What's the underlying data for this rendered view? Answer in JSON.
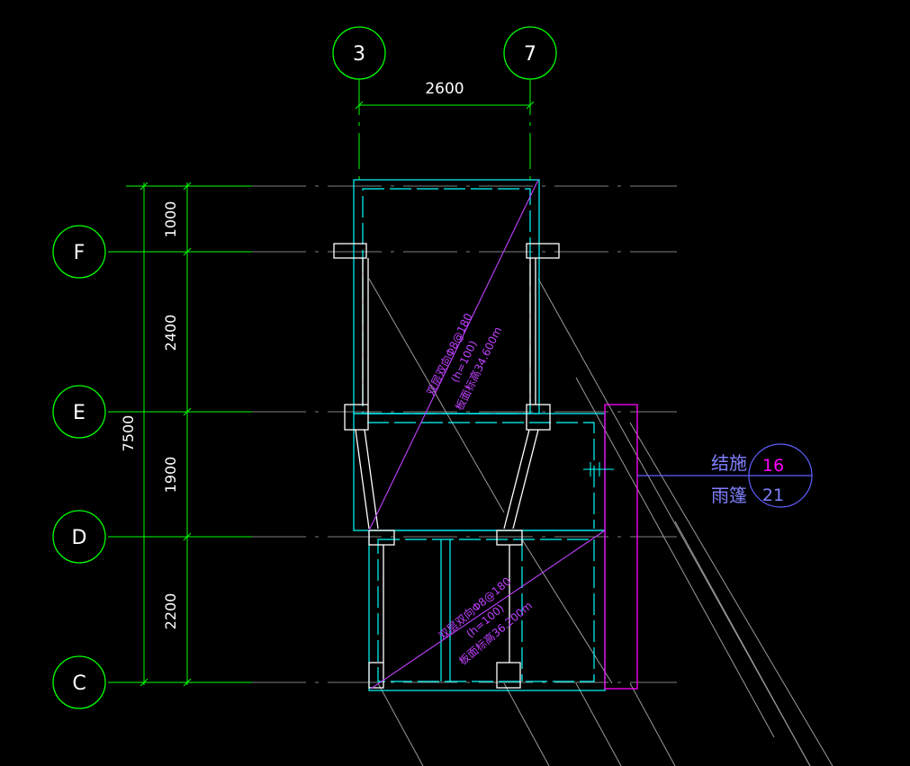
{
  "colors": {
    "background": "#000000",
    "axis_bubble": "#00ff00",
    "dimension": "#00ff00",
    "grid_line": "#808080",
    "wall_outline": "#ffffff",
    "wall_inner": "#00ffff",
    "slab_annotation": "#c040ff",
    "canopy": "#ff00ff",
    "reference_symbol": "#6060ff",
    "reference_number": "#ff00ff"
  },
  "axes": {
    "vertical": [
      {
        "label": "3"
      },
      {
        "label": "7"
      }
    ],
    "horizontal": [
      {
        "label": "F"
      },
      {
        "label": "E"
      },
      {
        "label": "D"
      },
      {
        "label": "C"
      }
    ]
  },
  "dimensions": {
    "top_span": "2600",
    "left_segments": [
      "1000",
      "2400",
      "1900",
      "2200"
    ],
    "left_total": "7500"
  },
  "slab_notes": {
    "upper": {
      "line1": "双层双向Φ8@180",
      "line2": "(h=100)",
      "line3": "板面标高34.600m"
    },
    "lower": {
      "line1": "双层双向Φ8@180",
      "line2": "(h=100)",
      "line3": "板面标高36.200m"
    }
  },
  "detail_reference": {
    "top_text": "结施",
    "top_number": "16",
    "bottom_text": "雨篷",
    "bottom_number": "21"
  }
}
